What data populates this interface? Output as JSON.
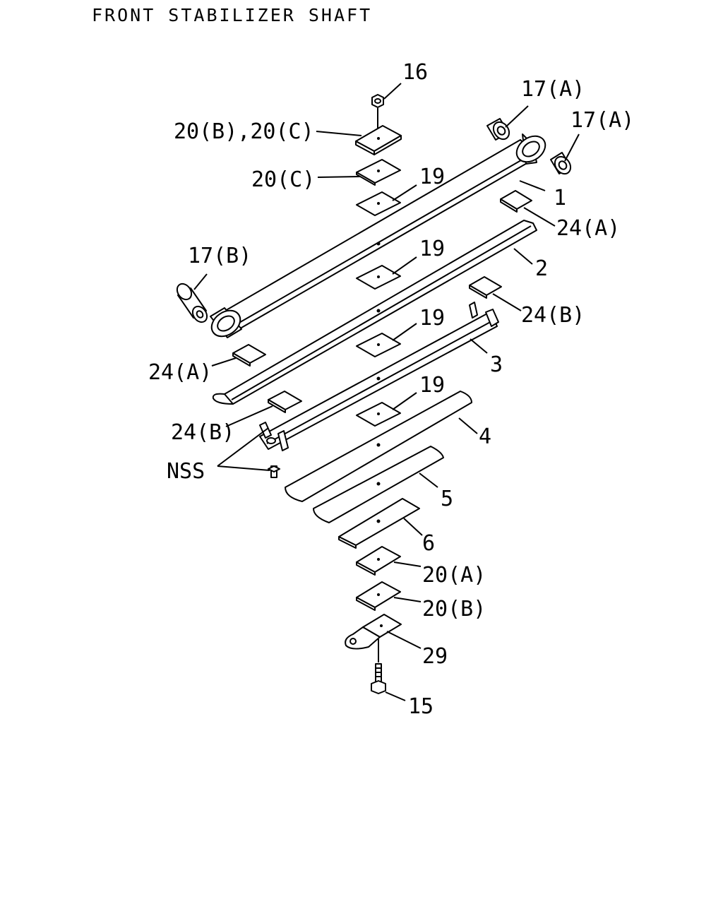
{
  "title": "FRONT STABILIZER SHAFT",
  "callouts": {
    "c16": "16",
    "c17a_top": "17(A)",
    "c17a_right": "17(A)",
    "c20bc": "20(B),20(C)",
    "c20c": "20(C)",
    "c19_1": "19",
    "c1": "1",
    "c24a_right": "24(A)",
    "c17b": "17(B)",
    "c19_2": "19",
    "c2": "2",
    "c24b_right": "24(B)",
    "c19_3": "19",
    "c3": "3",
    "c24a_left": "24(A)",
    "c19_4": "19",
    "c24b_left": "24(B)",
    "c4": "4",
    "cnss": "NSS",
    "c5": "5",
    "c6": "6",
    "c20a": "20(A)",
    "c20b": "20(B)",
    "c29": "29",
    "c15": "15"
  }
}
